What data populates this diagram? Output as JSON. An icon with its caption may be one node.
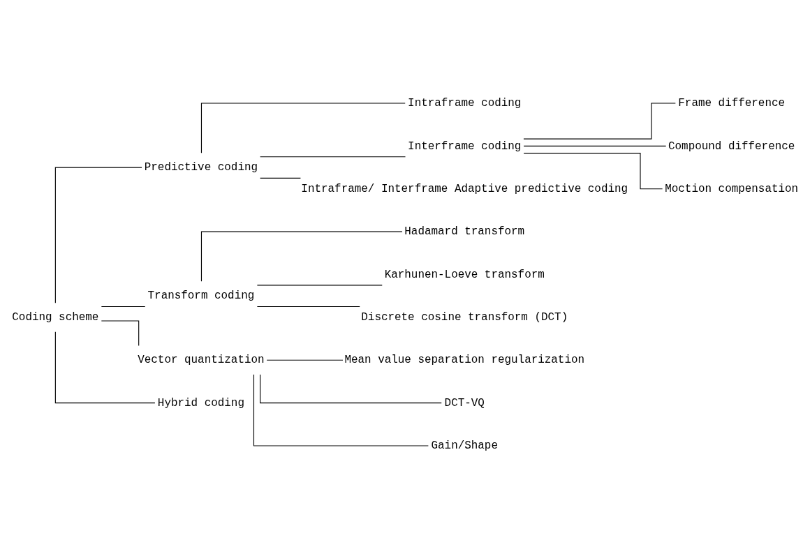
{
  "diagram": {
    "nodes": [
      {
        "text": [
          "Coding scheme"
        ]
      },
      {
        "text": [
          "Predictive coding"
        ]
      },
      {
        "text": [
          "Intraframe coding"
        ]
      },
      {
        "text": [
          "Interframe coding"
        ]
      },
      {
        "text": [
          "Frame difference"
        ]
      },
      {
        "text": [
          "Compound difference"
        ]
      },
      {
        "text": [
          "Moction compensation"
        ]
      },
      {
        "text": [
          "Intraframe/ Interframe Adaptive predictive coding"
        ]
      },
      {
        "text": [
          "Transform coding"
        ]
      },
      {
        "text": [
          "Hadamard transform"
        ]
      },
      {
        "text": [
          "Karhunen-Loeve transform"
        ]
      },
      {
        "text": [
          "Discrete cosine transform (DCT)"
        ]
      },
      {
        "text": [
          "Vector quantization"
        ]
      },
      {
        "text": [
          "Mean value separation regularization"
        ]
      },
      {
        "text": [
          "DCT-VQ"
        ]
      },
      {
        "text": [
          "Gain/Shape"
        ]
      },
      {
        "text": [
          "Hybrid coding"
        ]
      }
    ],
    "edges": [
      {
        "from": 0,
        "to": 1,
        "arrow": "none"
      },
      {
        "from": 0,
        "to": 8,
        "arrow": "none"
      },
      {
        "from": 0,
        "to": 12,
        "arrow": "none"
      },
      {
        "from": 0,
        "to": 16,
        "arrow": "none"
      },
      {
        "from": 1,
        "to": 2,
        "arrow": "none"
      },
      {
        "from": 1,
        "to": 3,
        "arrow": "none"
      },
      {
        "from": 1,
        "to": 7,
        "arrow": "none"
      },
      {
        "from": 3,
        "to": 4,
        "arrow": "none"
      },
      {
        "from": 3,
        "to": 5,
        "arrow": "none"
      },
      {
        "from": 3,
        "to": 6,
        "arrow": "none"
      },
      {
        "from": 8,
        "to": 9,
        "arrow": "none"
      },
      {
        "from": 8,
        "to": 10,
        "arrow": "none"
      },
      {
        "from": 8,
        "to": 11,
        "arrow": "none"
      },
      {
        "from": 12,
        "to": 13,
        "arrow": "none"
      },
      {
        "from": 12,
        "to": 14,
        "arrow": "none"
      },
      {
        "from": 12,
        "to": 15,
        "arrow": "none"
      }
    ]
  }
}
